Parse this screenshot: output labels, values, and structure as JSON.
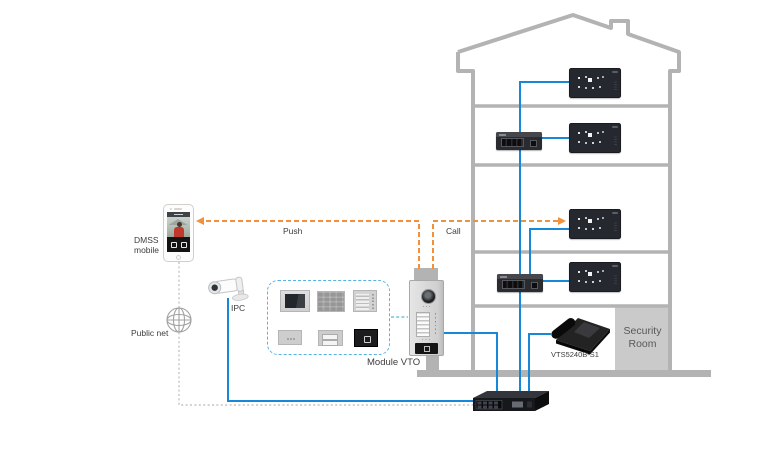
{
  "labels": {
    "dmss_mobile": "DMSS mobile",
    "push": "Push",
    "call": "Call",
    "ipc": "IPC",
    "public_net": "Public net",
    "module_vto": "Module VTO",
    "vts_model": "VTS5240B-S1",
    "security_room": "Security Room"
  },
  "colors": {
    "wire_blue": "#1787d8",
    "signal_orange": "#f0913c",
    "structure_gray": "#b3b3b3",
    "module_box_dash_blue": "#56b4e4",
    "security_room_fill": "#cacaca"
  },
  "devices": {
    "smartphone": {
      "label": "DMSS mobile",
      "type": "mobile app phone"
    },
    "ip_camera": {
      "label": "IPC",
      "type": "bullet network camera"
    },
    "door_station": {
      "label": "Module VTO",
      "type": "modular video door station"
    },
    "module_kit": {
      "module_count": 6,
      "modules": [
        "camera-module",
        "keypad-module",
        "button-panel-module",
        "blank-module",
        "two-button-module",
        "card-reader-module"
      ]
    },
    "indoor_monitors": {
      "count": 4,
      "type": "VTH indoor monitor"
    },
    "floor_switches": {
      "count": 2,
      "type": "PoE switch"
    },
    "core_switch": {
      "count": 1,
      "type": "rack network switch"
    },
    "master_station": {
      "label": "VTS5240B-S1",
      "location_label": "Security Room"
    },
    "public_network": {
      "label": "Public net",
      "icon": "globe-icon"
    }
  },
  "connections": [
    {
      "from": "module-vto",
      "to": "smartphone",
      "label": "Push",
      "style": "orange-dashed-arrow"
    },
    {
      "from": "module-vto",
      "to": "indoor-monitor-3",
      "label": "Call",
      "style": "orange-dashed-arrow"
    },
    {
      "from": "module-kit",
      "to": "module-vto",
      "style": "blue-dashed"
    },
    {
      "from": "smartphone",
      "to": "core-switch",
      "via": "public-net-globe",
      "style": "gray-dotted"
    },
    {
      "from": "ipc-camera",
      "to": "core-switch",
      "style": "blue-solid"
    },
    {
      "from": "module-vto",
      "to": "core-switch",
      "style": "blue-solid"
    },
    {
      "from": "vts-master-station",
      "to": "core-switch",
      "style": "blue-solid"
    },
    {
      "from": "indoor-monitor-1",
      "to": "floor-switch-1",
      "style": "blue-solid"
    },
    {
      "from": "indoor-monitor-2",
      "to": "floor-switch-1",
      "style": "blue-solid"
    },
    {
      "from": "indoor-monitor-3",
      "to": "floor-switch-2",
      "style": "blue-solid"
    },
    {
      "from": "indoor-monitor-4",
      "to": "floor-switch-2",
      "style": "blue-solid"
    },
    {
      "from": "floor-switch-1",
      "to": "floor-switch-2",
      "style": "blue-solid"
    },
    {
      "from": "floor-switch-2",
      "to": "core-switch",
      "style": "blue-solid"
    }
  ]
}
